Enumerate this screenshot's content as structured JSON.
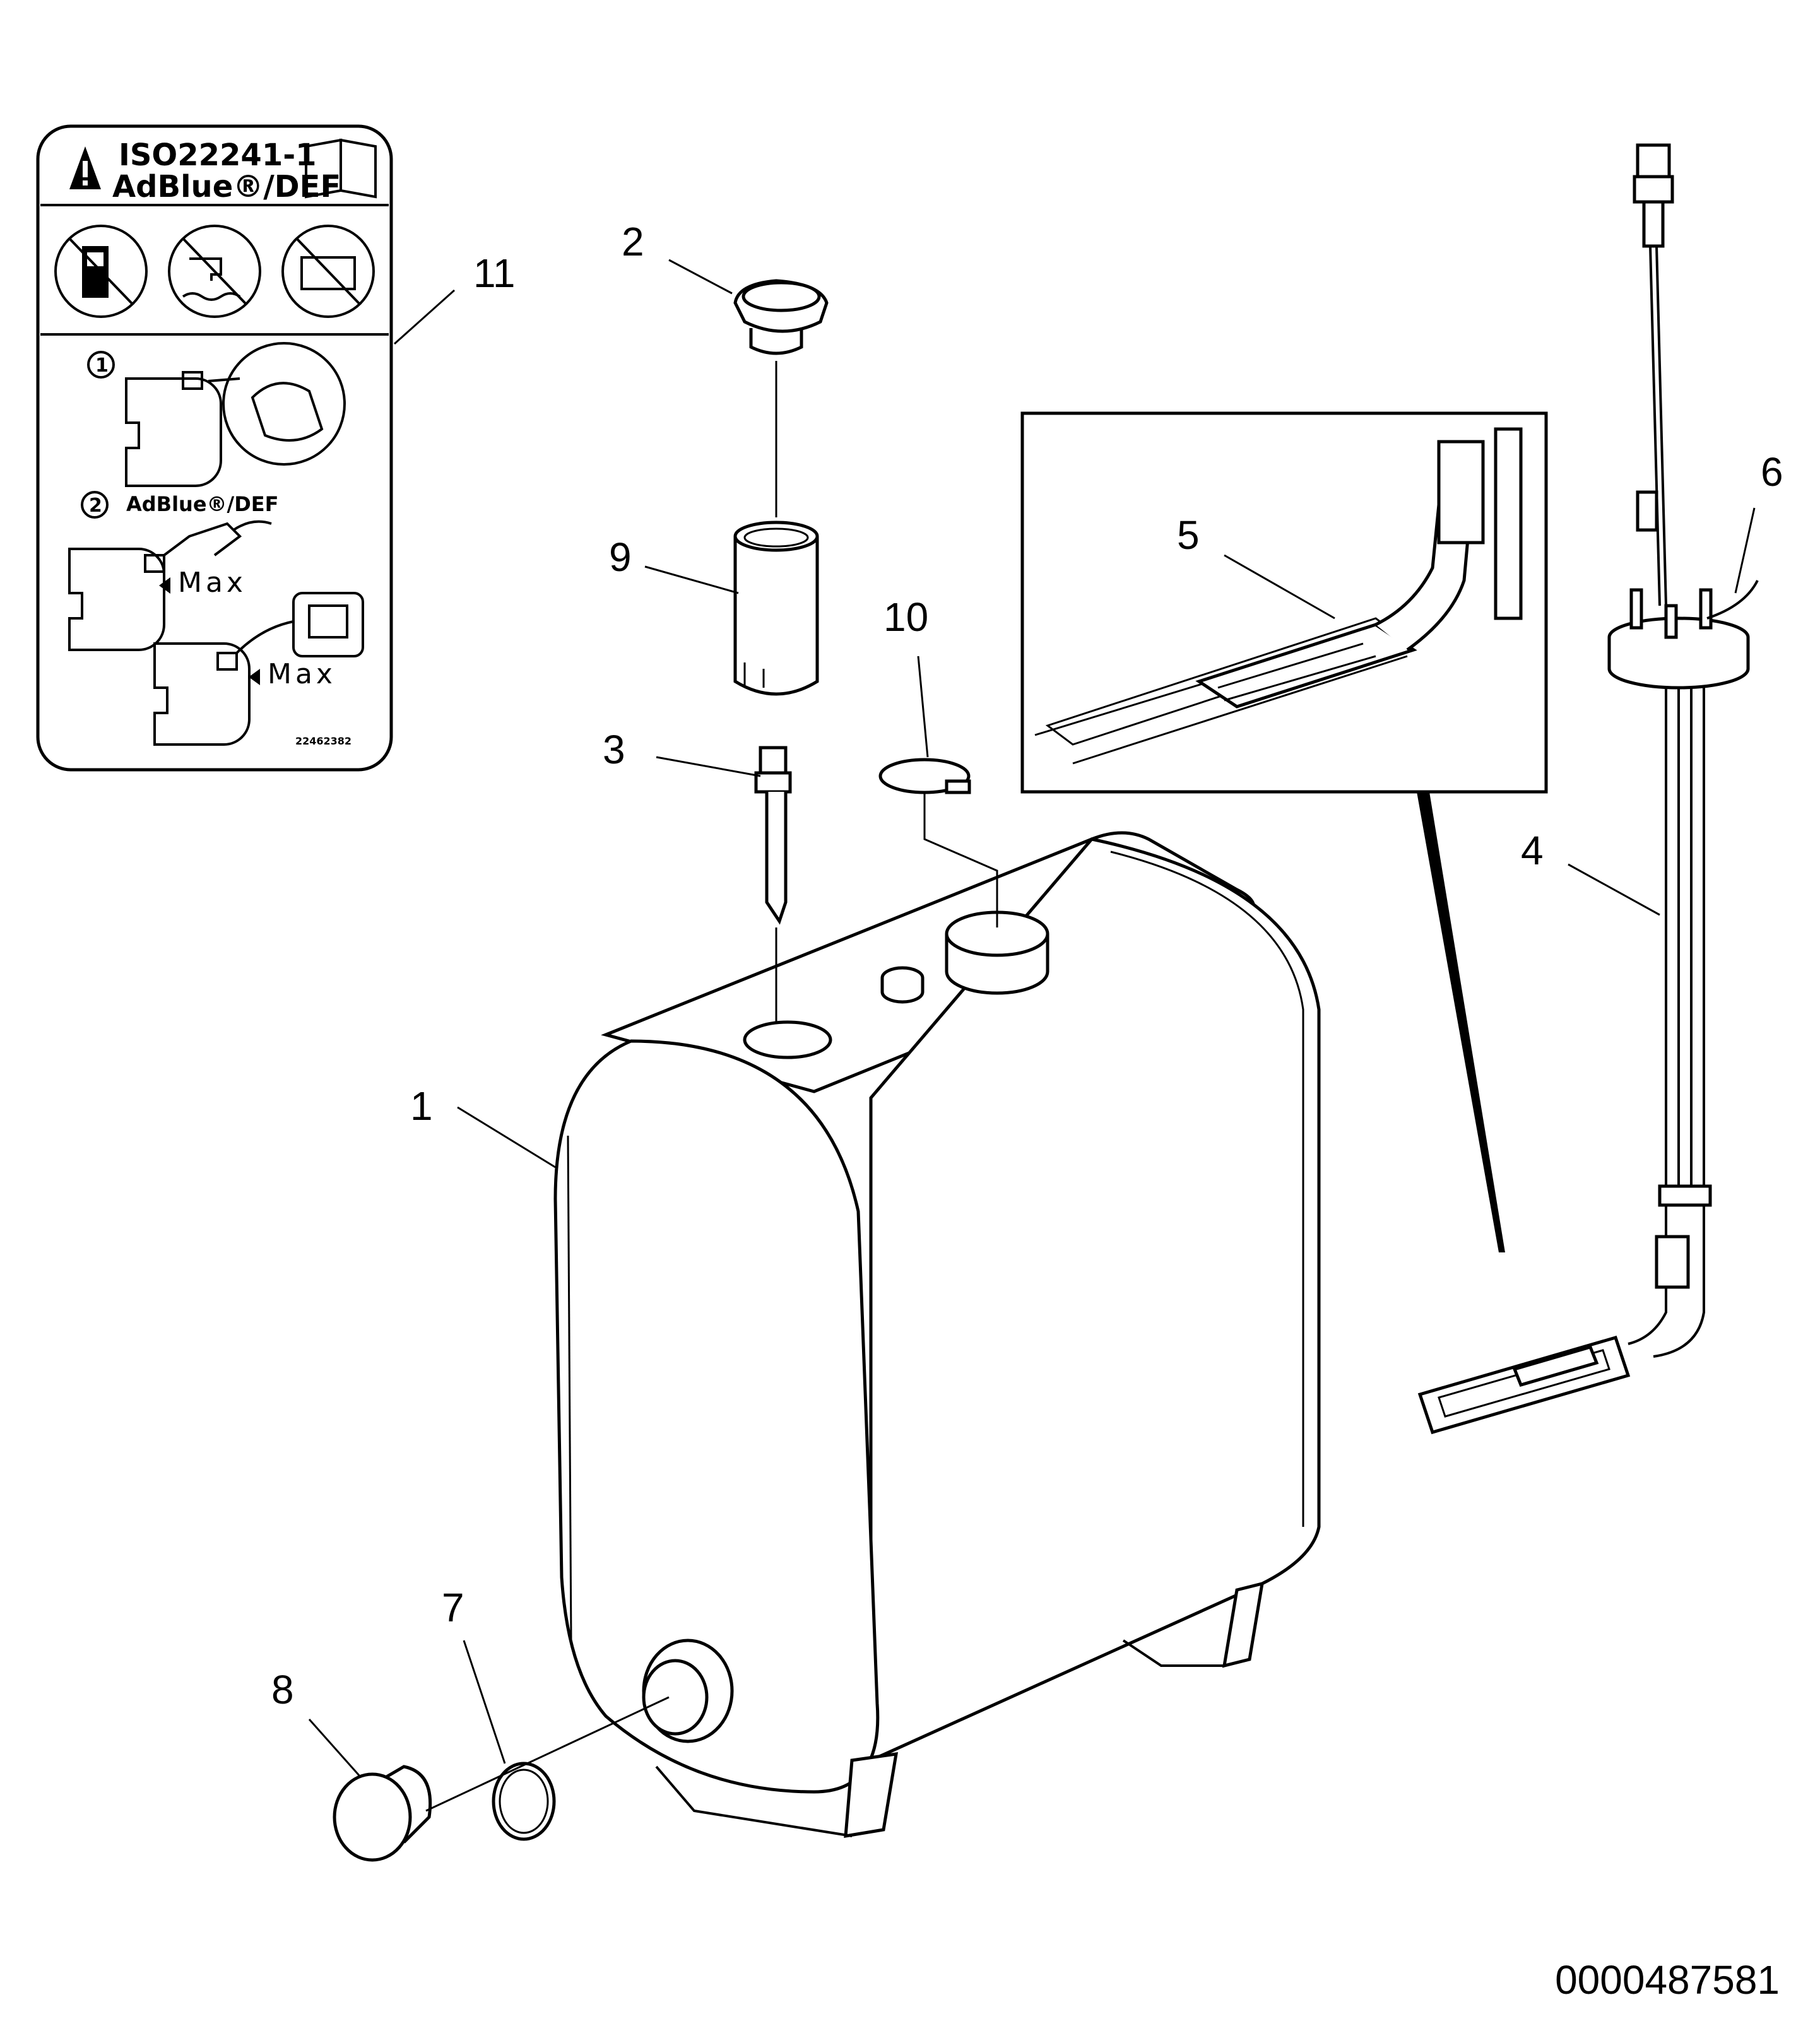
{
  "label_sticker": {
    "standard": "ISO22241-1",
    "fluid": "AdBlue®/DEF",
    "step1_number": "1",
    "step2_number": "2",
    "step2_fluid": "AdBlue®/DEF",
    "max_text_1": "Max",
    "max_text_2": "Max",
    "sticker_code": "22462382"
  },
  "callouts": {
    "c1": "1",
    "c2": "2",
    "c3": "3",
    "c4": "4",
    "c5": "5",
    "c6": "6",
    "c7": "7",
    "c8": "8",
    "c9": "9",
    "c10": "10",
    "c11": "11"
  },
  "drawing_number": "0000487581"
}
